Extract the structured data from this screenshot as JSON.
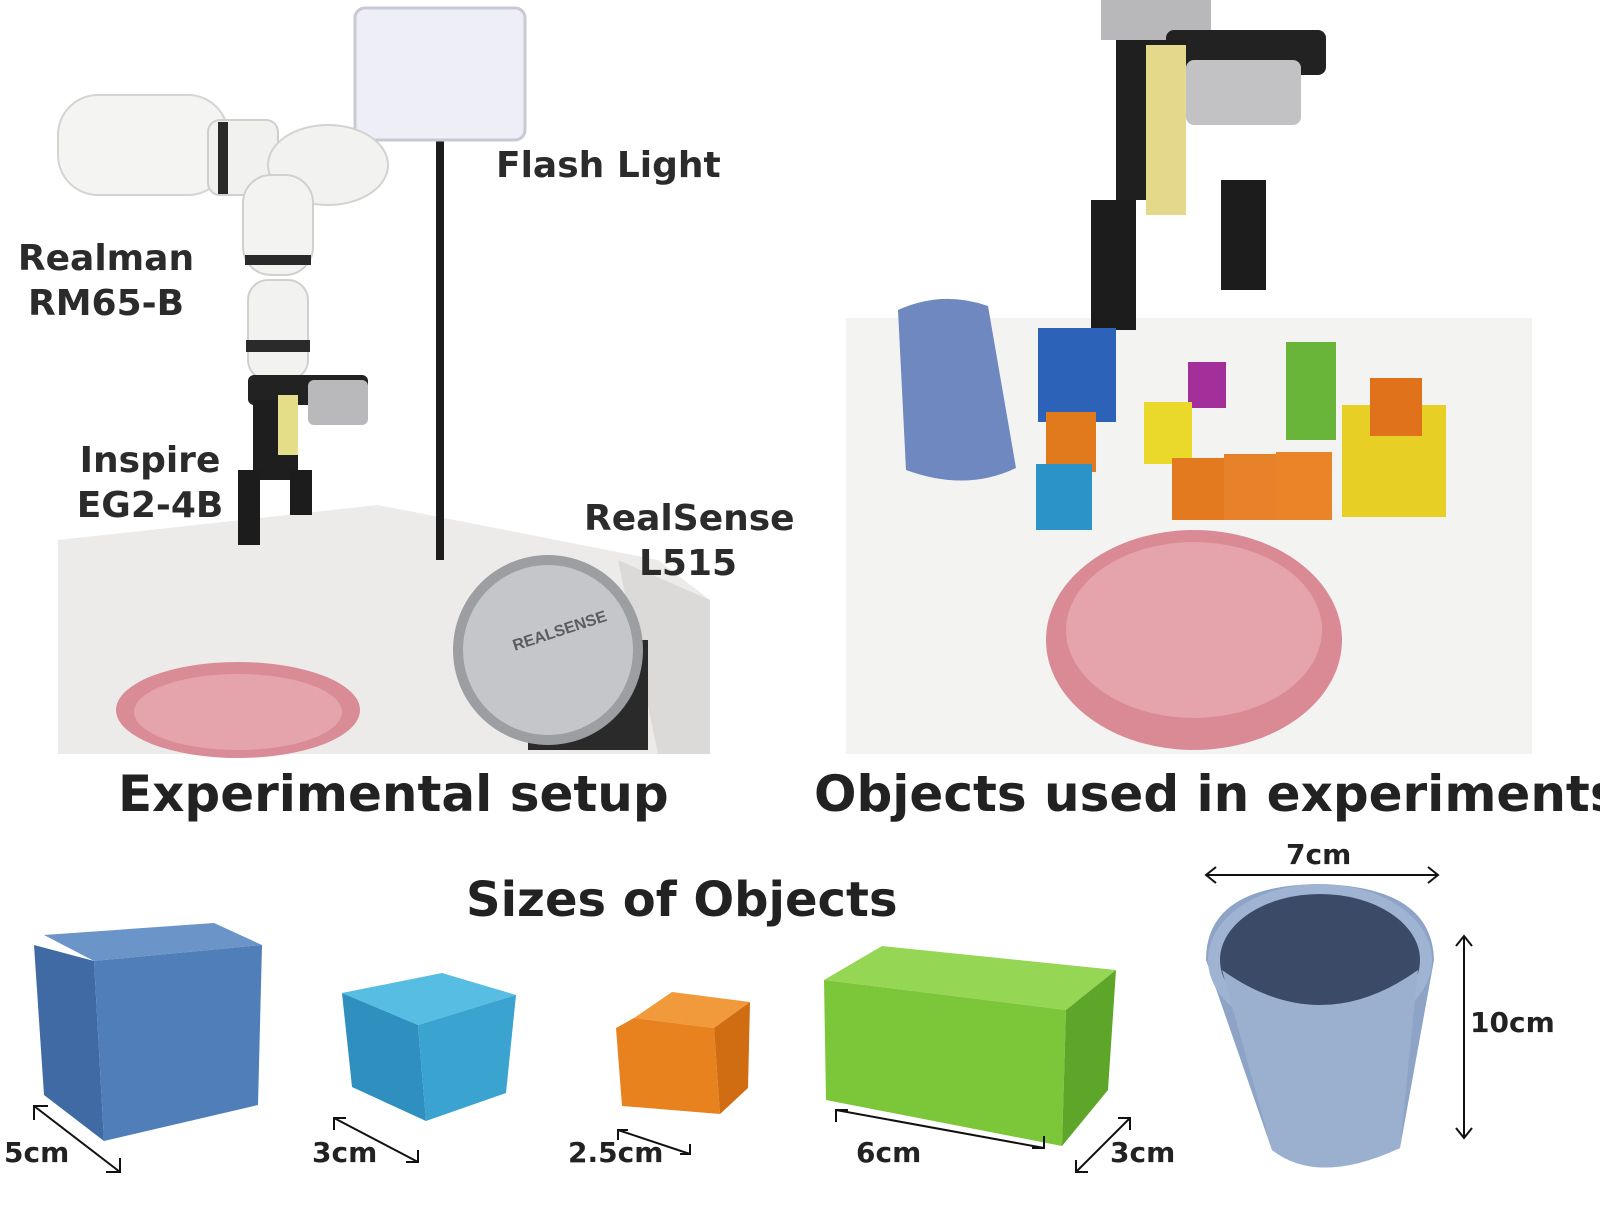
{
  "setup": {
    "caption": "Experimental setup",
    "labels": {
      "arm_line1": "Realman",
      "arm_line2": "RM65-B",
      "gripper_line1": "Inspire",
      "gripper_line2": "EG2-4B",
      "light": "Flash Light",
      "camera_line1": "RealSense",
      "camera_line2": "L515"
    },
    "camera_brand": "REALSENSE"
  },
  "objects_photo": {
    "caption": "Objects used in experiments"
  },
  "sizes": {
    "title": "Sizes of Objects",
    "big_cube": "5cm",
    "mid_cube": "3cm",
    "small_cube": "2.5cm",
    "block_length": "6cm",
    "block_width": "3cm",
    "cup_width": "7cm",
    "cup_height": "10cm"
  },
  "colors": {
    "blue_cube": "#4f7eb8",
    "cyan_cube": "#3aa3d0",
    "orange_cube": "#e8821f",
    "green_block": "#7cc63a",
    "cup": "#8ea4c6",
    "bowl": "#d98c96",
    "yellow": "#eadb2a"
  }
}
